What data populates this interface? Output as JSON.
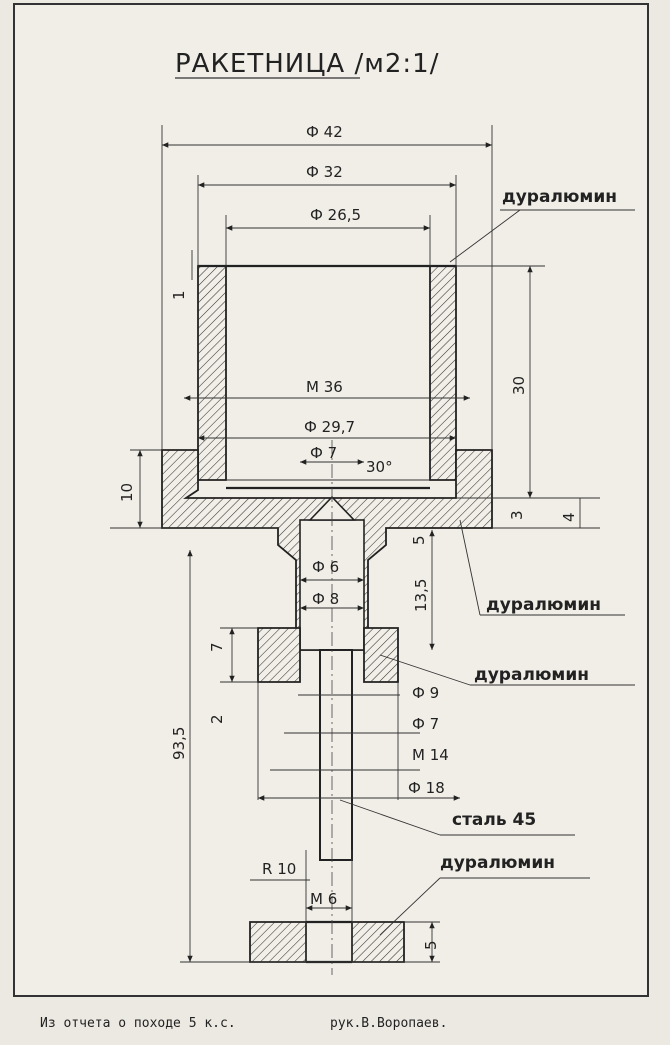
{
  "title": "РАКЕТНИЦА /м2:1/",
  "dimensions": {
    "phi42": "Ф 42",
    "phi32": "Ф 32",
    "phi265": "Ф 26,5",
    "one": "1",
    "thirty": "30",
    "m36": "М 36",
    "phi297": "Ф 29,7",
    "phi7_top": "Ф 7",
    "angle30": "30°",
    "ten": "10",
    "three": "3",
    "four": "4",
    "five_mid": "5",
    "phi6": "Ф 6",
    "phi8": "Ф 8",
    "thirteen5": "13,5",
    "seven": "7",
    "two": "2",
    "phi9": "Ф 9",
    "phi7": "Ф 7",
    "m14": "М 14",
    "phi18": "Ф 18",
    "ninety35": "93,5",
    "r10": "R 10",
    "m6": "М 6",
    "five_bottom": "5"
  },
  "materials": {
    "m1": "дуралюмин",
    "m2": "дуралюмин",
    "m3": "дуралюмин",
    "m4": "сталь 45",
    "m5": "дуралюмин"
  },
  "footer": {
    "source": "Из отчета о походе 5 к.с.",
    "author": "рук.В.Воропаев."
  }
}
